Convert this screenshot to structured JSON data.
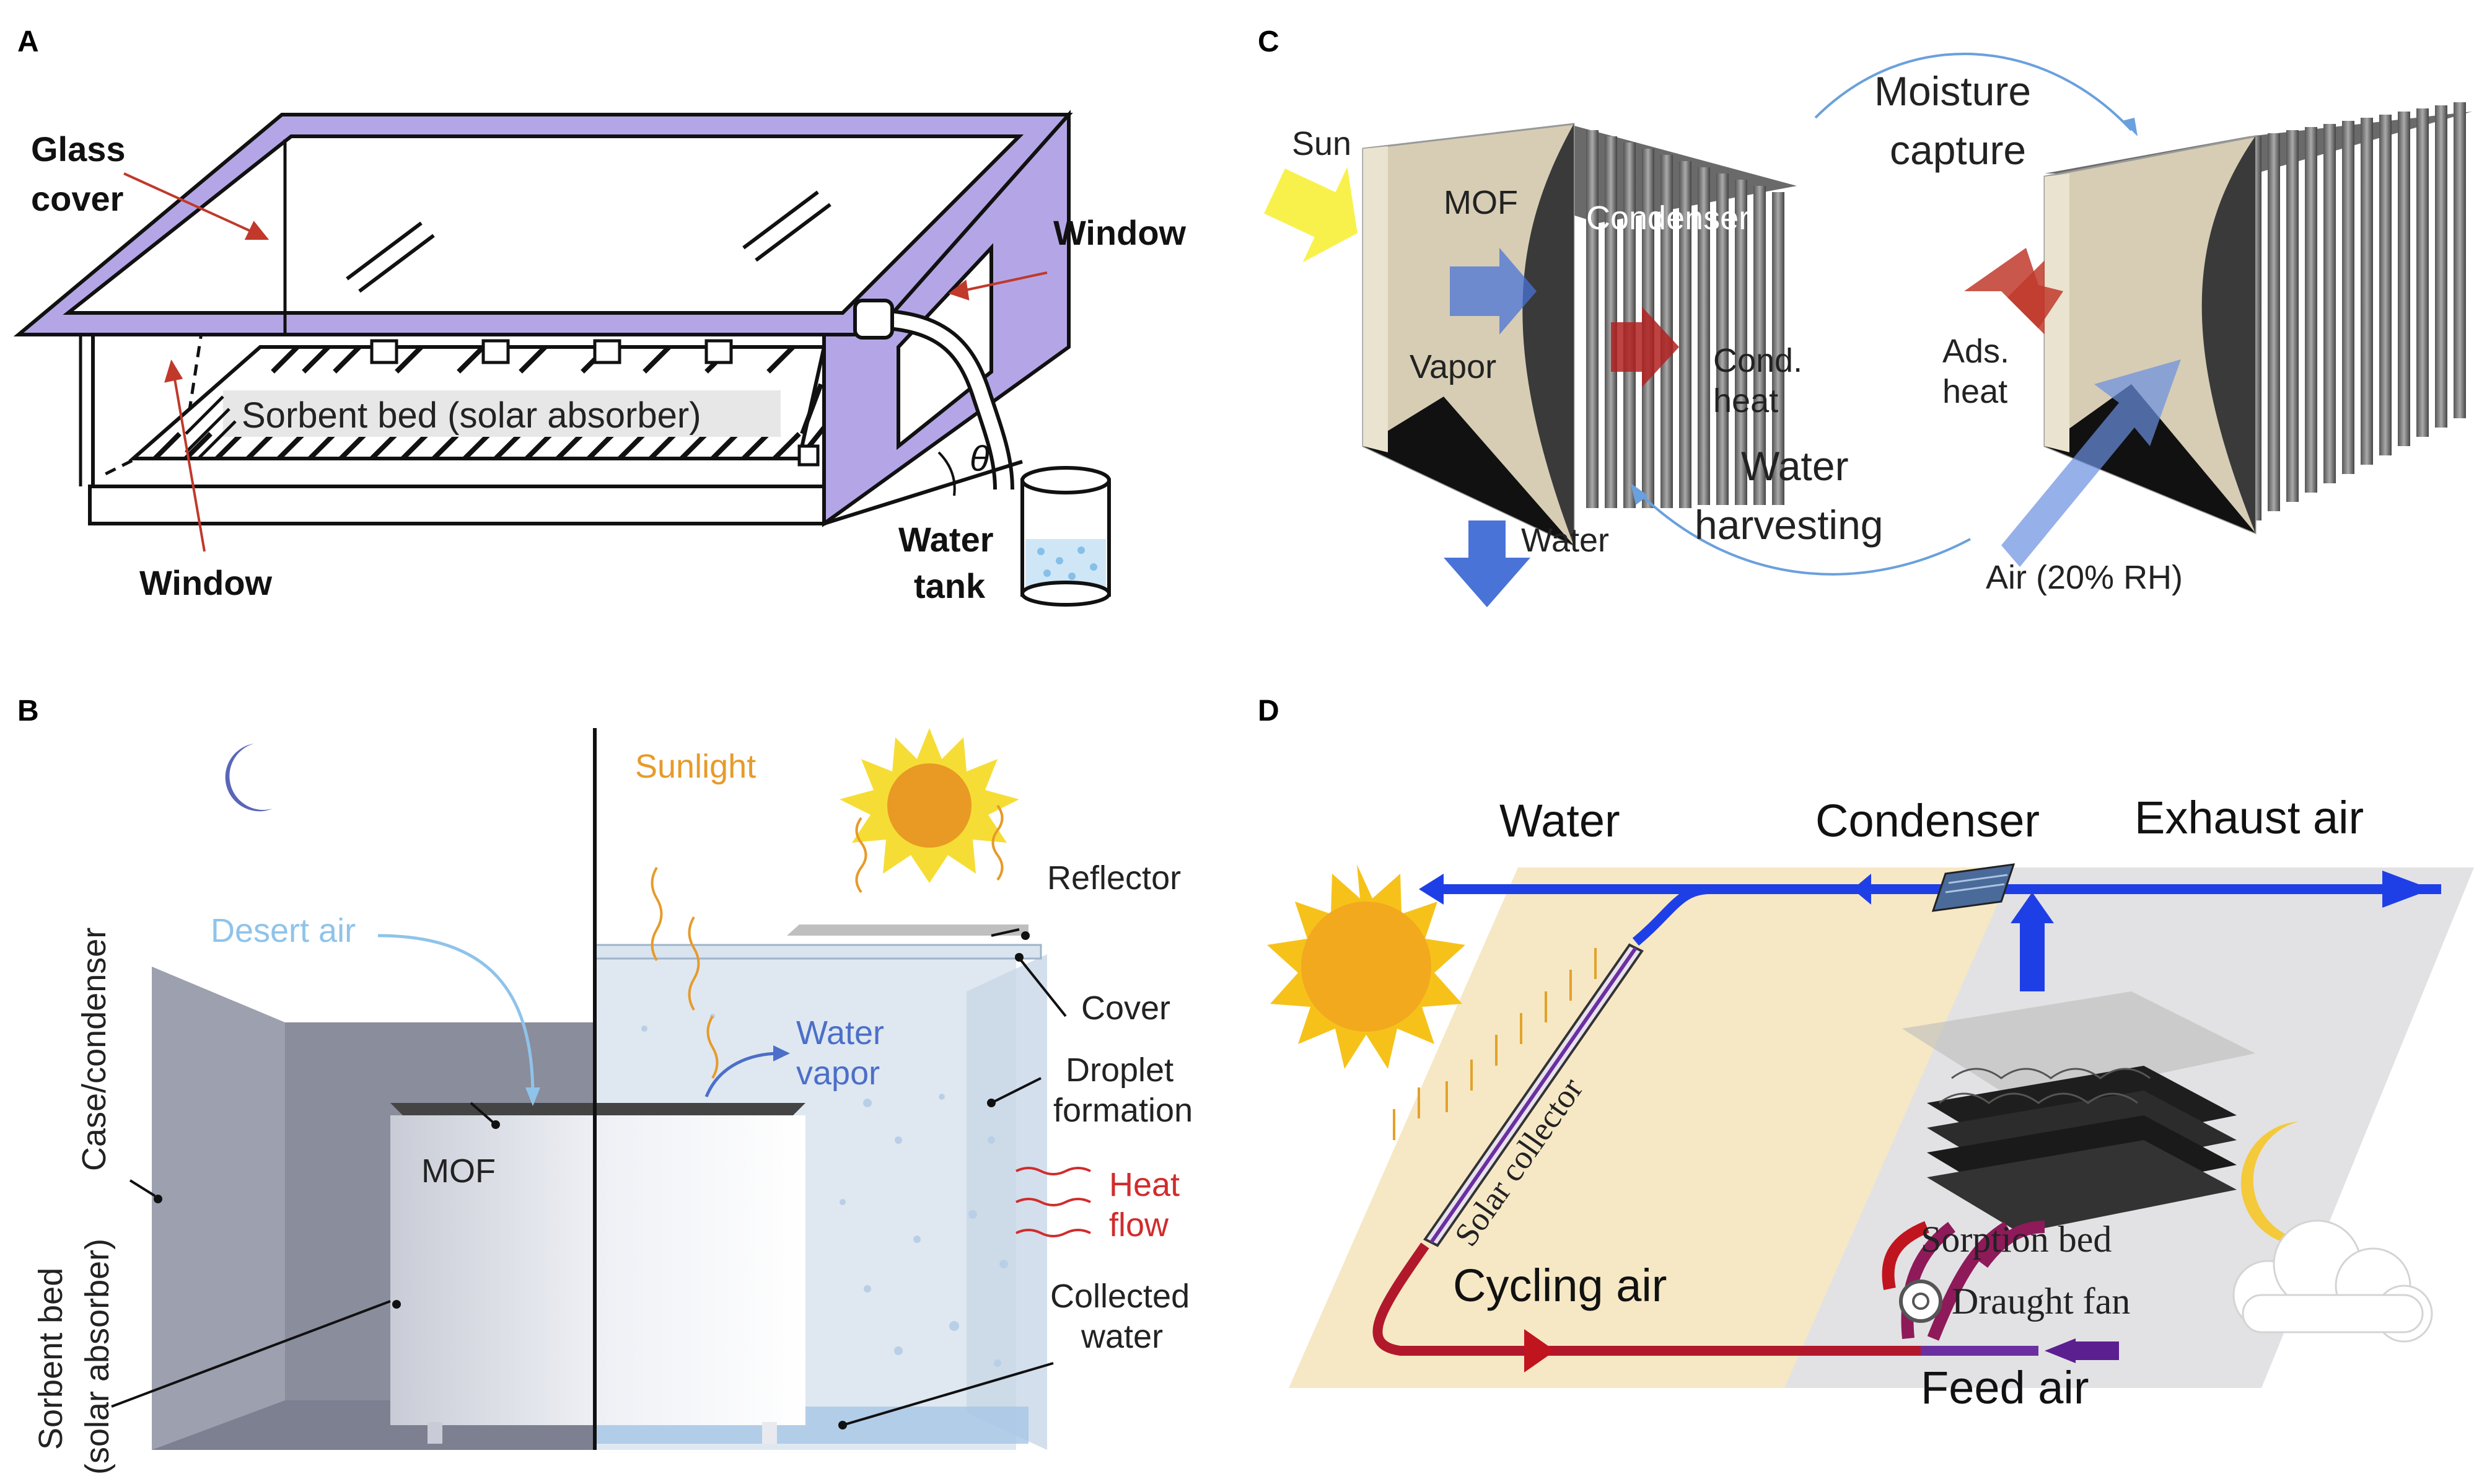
{
  "panels": {
    "A": {
      "letter": "A",
      "glass_cover": [
        "Glass",
        "cover"
      ],
      "window_right": "Window",
      "window_left": "Window",
      "sorbent_bed": "Sorbent bed (solar absorber)",
      "theta": "θ",
      "water_tank": [
        "Water",
        "tank"
      ]
    },
    "B": {
      "letter": "B",
      "sunlight": "Sunlight",
      "reflector": "Reflector",
      "cover": "Cover",
      "desert_air": "Desert air",
      "water_vapor": [
        "Water",
        "vapor"
      ],
      "droplet_formation": [
        "Droplet",
        "formation"
      ],
      "case_condenser": "Case/condenser",
      "mof": "MOF",
      "heat_flow": [
        "Heat",
        "flow"
      ],
      "collected_water": [
        "Collected",
        "water"
      ],
      "sorbent_bed": [
        "Sorbent bed",
        "(solar absorber)"
      ]
    },
    "C": {
      "letter": "C",
      "sun": "Sun",
      "moisture_capture": [
        "Moisture",
        "capture"
      ],
      "mof": "MOF",
      "condenser": "Condenser",
      "vapor": "Vapor",
      "cond_heat": [
        "Cond.",
        "heat"
      ],
      "ads_heat": [
        "Ads.",
        "heat"
      ],
      "water_harvesting": [
        "Water",
        "harvesting"
      ],
      "water": "Water",
      "air": "Air (20% RH)"
    },
    "D": {
      "letter": "D",
      "water": "Water",
      "condenser": "Condenser",
      "exhaust_air": "Exhaust air",
      "solar_collector": "Solar collector",
      "sorption_bed": "Sorption bed",
      "cycling_air": "Cycling air",
      "draught_fan": "Draught fan",
      "feed_air": "Feed air"
    }
  },
  "colors": {
    "frame_purple": "#b4a6e6",
    "arrow_red": "#c0392b",
    "arrow_blue": "#4a73d8",
    "sunlight_orange": "#e69b2a",
    "heat_red": "#d12c2c",
    "vapor_blue": "#4c6fc8",
    "desert_air_blue": "#8fc3ea",
    "flow_blue": "#1f3fe6",
    "flow_red": "#b2182b",
    "panel_d_beige": "#f6e8c5"
  }
}
